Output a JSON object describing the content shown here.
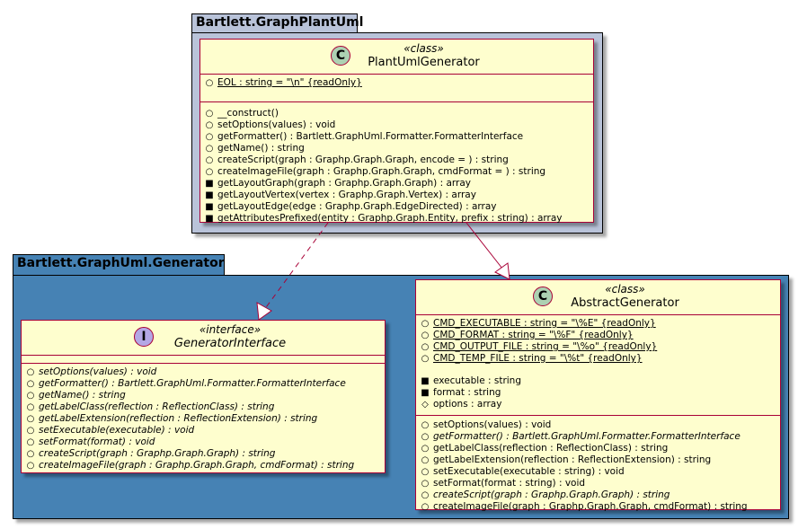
{
  "packages": {
    "plantuml": {
      "name": "Bartlett.GraphPlantUml",
      "color": "#b9c3d9"
    },
    "generator": {
      "name": "Bartlett.GraphUml.Generator",
      "color": "#4682b4"
    }
  },
  "classes": {
    "plantuml_generator": {
      "icon": "C",
      "stereotype": "«class»",
      "name": "PlantUmlGenerator",
      "fields": [
        {
          "vis": "+",
          "text": "EOL : string = \"\\n\" {readOnly}",
          "static": true
        }
      ],
      "methods": [
        {
          "vis": "+",
          "text": "__construct()"
        },
        {
          "vis": "+",
          "text": "setOptions(values) : void"
        },
        {
          "vis": "+",
          "text": "getFormatter() : Bartlett.GraphUml.Formatter.FormatterInterface"
        },
        {
          "vis": "+",
          "text": "getName() : string"
        },
        {
          "vis": "+",
          "text": "createScript(graph : Graphp.Graph.Graph, encode = ) : string"
        },
        {
          "vis": "+",
          "text": "createImageFile(graph : Graphp.Graph.Graph, cmdFormat = ) : string"
        },
        {
          "vis": "-",
          "text": "getLayoutGraph(graph : Graphp.Graph.Graph) : array"
        },
        {
          "vis": "-",
          "text": "getLayoutVertex(vertex : Graphp.Graph.Vertex) : array"
        },
        {
          "vis": "-",
          "text": "getLayoutEdge(edge : Graphp.Graph.EdgeDirected) : array"
        },
        {
          "vis": "-",
          "text": "getAttributesPrefixed(entity : Graphp.Graph.Entity, prefix : string) : array"
        }
      ]
    },
    "generator_interface": {
      "icon": "I",
      "stereotype": "«interface»",
      "name": "GeneratorInterface",
      "methods": [
        {
          "vis": "+",
          "text": "setOptions(values) : void",
          "abstract": true
        },
        {
          "vis": "+",
          "text": "getFormatter() : Bartlett.GraphUml.Formatter.FormatterInterface",
          "abstract": true
        },
        {
          "vis": "+",
          "text": "getName() : string",
          "abstract": true
        },
        {
          "vis": "+",
          "text": "getLabelClass(reflection : ReflectionClass) : string",
          "abstract": true
        },
        {
          "vis": "+",
          "text": "getLabelExtension(reflection : ReflectionExtension) : string",
          "abstract": true
        },
        {
          "vis": "+",
          "text": "setExecutable(executable) : void",
          "abstract": true
        },
        {
          "vis": "+",
          "text": "setFormat(format) : void",
          "abstract": true
        },
        {
          "vis": "+",
          "text": "createScript(graph : Graphp.Graph.Graph) : string",
          "abstract": true
        },
        {
          "vis": "+",
          "text": "createImageFile(graph : Graphp.Graph.Graph, cmdFormat) : string",
          "abstract": true
        }
      ]
    },
    "abstract_generator": {
      "icon": "C",
      "stereotype": "«class»",
      "name": "AbstractGenerator",
      "constants": [
        {
          "vis": "+",
          "text": "CMD_EXECUTABLE : string = \"\\%E\" {readOnly}",
          "static": true
        },
        {
          "vis": "+",
          "text": "CMD_FORMAT : string = \"\\%F\" {readOnly}",
          "static": true
        },
        {
          "vis": "+",
          "text": "CMD_OUTPUT_FILE : string = \"\\%o\" {readOnly}",
          "static": true
        },
        {
          "vis": "+",
          "text": "CMD_TEMP_FILE : string = \"\\%t\" {readOnly}",
          "static": true
        }
      ],
      "fields": [
        {
          "vis": "-",
          "text": "executable : string"
        },
        {
          "vis": "-",
          "text": "format : string"
        },
        {
          "vis": "#",
          "text": "options : array"
        }
      ],
      "methods": [
        {
          "vis": "+",
          "text": "setOptions(values) : void"
        },
        {
          "vis": "+",
          "text": "getFormatter() : Bartlett.GraphUml.Formatter.FormatterInterface",
          "abstract": true
        },
        {
          "vis": "+",
          "text": "getLabelClass(reflection : ReflectionClass) : string"
        },
        {
          "vis": "+",
          "text": "getLabelExtension(reflection : ReflectionExtension) : string"
        },
        {
          "vis": "+",
          "text": "setExecutable(executable : string) : void"
        },
        {
          "vis": "+",
          "text": "setFormat(format : string) : void"
        },
        {
          "vis": "+",
          "text": "createScript(graph : Graphp.Graph.Graph) : string",
          "abstract": true
        },
        {
          "vis": "+",
          "text": "createImageFile(graph : Graphp.Graph.Graph, cmdFormat) : string"
        }
      ]
    }
  },
  "colors": {
    "class_fill": "#fefece",
    "class_border": "#a80036",
    "icon_class": "#add1b2",
    "icon_interface": "#b4a7e5"
  }
}
